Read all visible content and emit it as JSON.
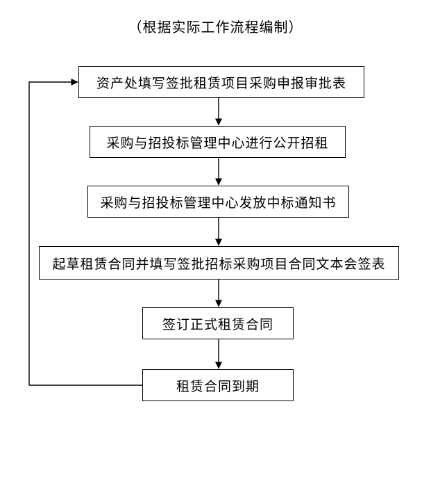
{
  "title": "（根据实际工作流程编制）",
  "flowchart": {
    "nodes": [
      {
        "id": "fill-approval-form",
        "label": "资产处填写签批租赁项目采购申报审批表"
      },
      {
        "id": "public-bidding",
        "label": "采购与招投标管理中心进行公开招租"
      },
      {
        "id": "issue-award-notice",
        "label": "采购与招投标管理中心发放中标通知书"
      },
      {
        "id": "draft-contract",
        "label": "起草租赁合同并填写签批招标采购项目合同文本会签表"
      },
      {
        "id": "sign-formal-contract",
        "label": "签订正式租赁合同"
      },
      {
        "id": "contract-expires",
        "label": "租赁合同到期"
      }
    ],
    "edges": [
      {
        "from": "fill-approval-form",
        "to": "public-bidding"
      },
      {
        "from": "public-bidding",
        "to": "issue-award-notice"
      },
      {
        "from": "issue-award-notice",
        "to": "draft-contract"
      },
      {
        "from": "draft-contract",
        "to": "sign-formal-contract"
      },
      {
        "from": "sign-formal-contract",
        "to": "contract-expires"
      },
      {
        "from": "contract-expires",
        "to": "fill-approval-form",
        "type": "loop-back"
      }
    ],
    "colors": {
      "border": "#000000",
      "text": "#000000",
      "background": "#ffffff"
    }
  }
}
